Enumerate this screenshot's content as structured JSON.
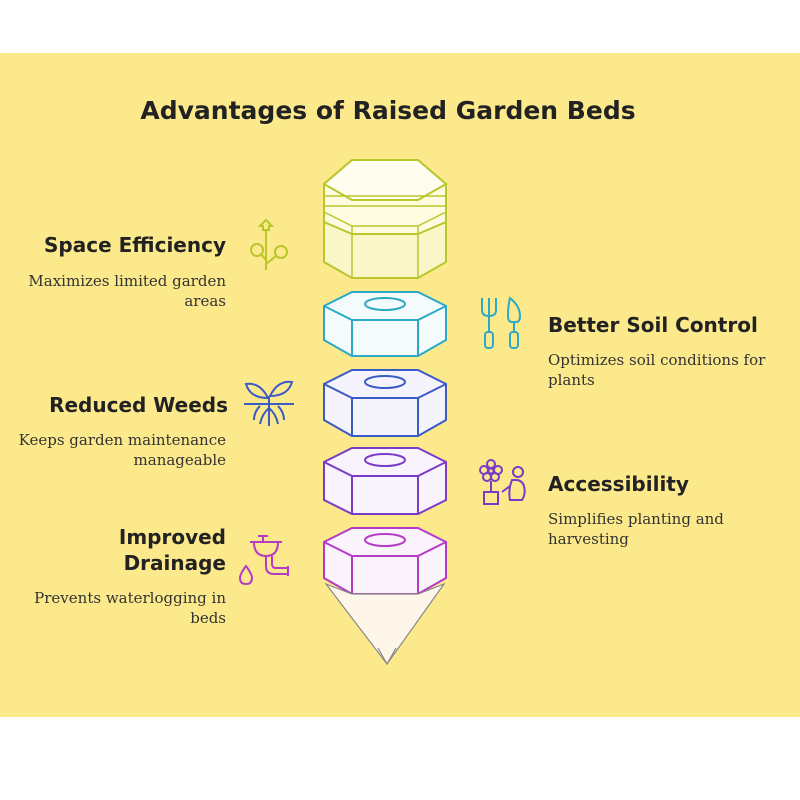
{
  "title": "Advantages of Raised Garden Beds",
  "benefits": [
    {
      "label": "Space Efficiency",
      "description": "Maximizes limited garden areas",
      "icon": "plant-growth-icon",
      "color": "#b8c72b"
    },
    {
      "label": "Better Soil Control",
      "description": "Optimizes soil conditions for plants",
      "icon": "garden-tools-icon",
      "color": "#2ba9c7"
    },
    {
      "label": "Reduced Weeds",
      "description": "Keeps garden maintenance manageable",
      "icon": "sprout-roots-icon",
      "color": "#3b5bc7"
    },
    {
      "label": "Accessibility",
      "description": "Simplifies planting and harvesting",
      "icon": "flower-person-icon",
      "color": "#7b3bc7"
    },
    {
      "label": "Improved Drainage",
      "description": "Prevents waterlogging in beds",
      "icon": "drainage-pipe-icon",
      "color": "#b53bc7"
    }
  ]
}
